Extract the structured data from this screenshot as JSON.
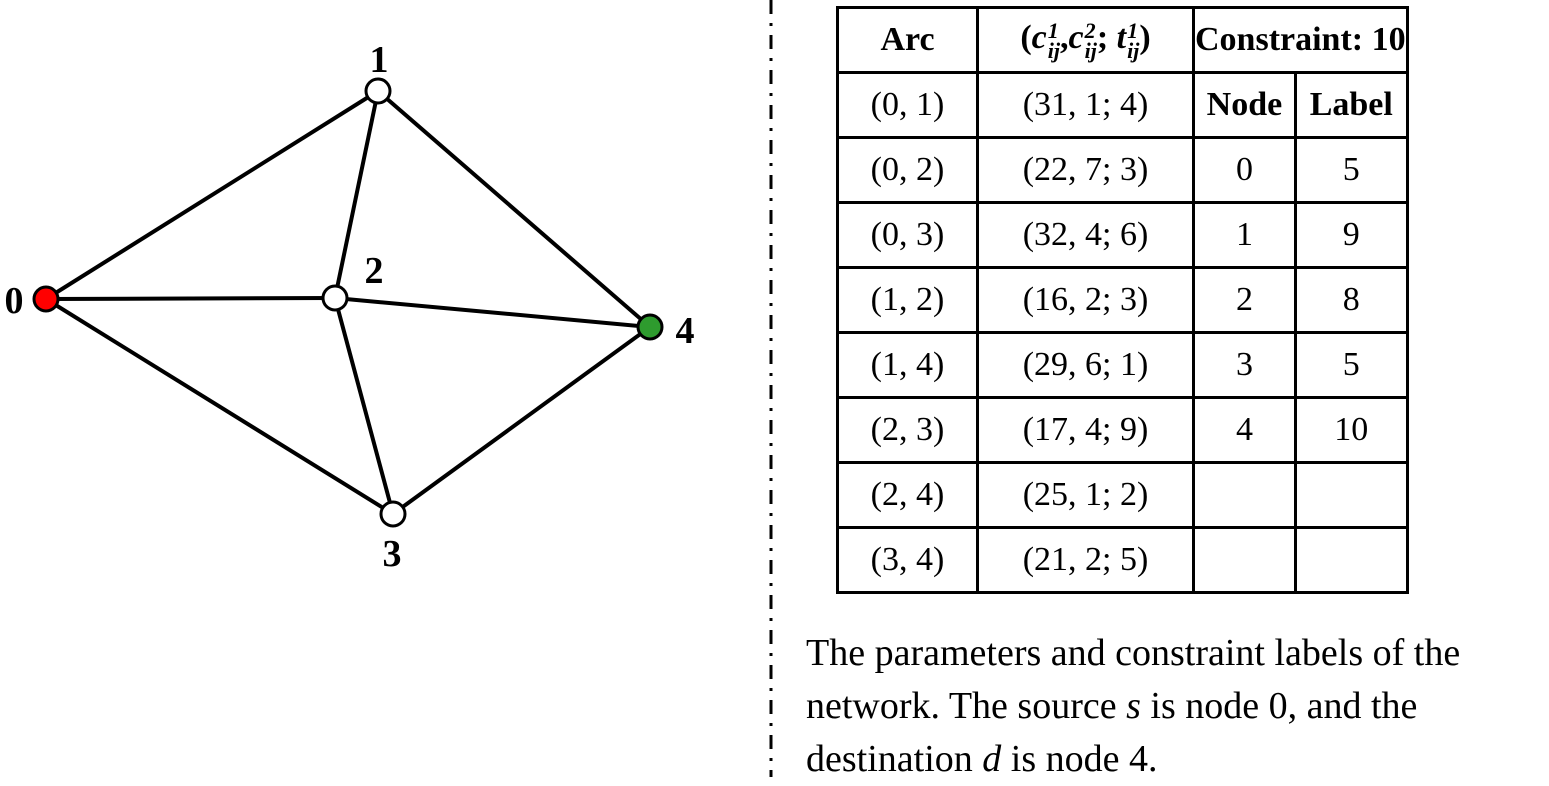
{
  "graph": {
    "nodes": [
      {
        "id": "0",
        "label": "0",
        "role": "source",
        "fill": "#ff0000"
      },
      {
        "id": "1",
        "label": "1",
        "role": "intermediate",
        "fill": "#ffffff"
      },
      {
        "id": "2",
        "label": "2",
        "role": "intermediate",
        "fill": "#ffffff"
      },
      {
        "id": "3",
        "label": "3",
        "role": "intermediate",
        "fill": "#ffffff"
      },
      {
        "id": "4",
        "label": "4",
        "role": "destination",
        "fill": "#2e9b2e"
      }
    ],
    "edges": [
      [
        "0",
        "1"
      ],
      [
        "0",
        "2"
      ],
      [
        "0",
        "3"
      ],
      [
        "1",
        "2"
      ],
      [
        "1",
        "4"
      ],
      [
        "2",
        "3"
      ],
      [
        "2",
        "4"
      ],
      [
        "3",
        "4"
      ]
    ]
  },
  "table": {
    "header": {
      "arc": "Arc",
      "params_open": "(",
      "c": "c",
      "sup1": "1",
      "sub_ij": "ij",
      "comma": ",",
      "sup2": "2",
      "semi": ";",
      "t": "t",
      "params_close": ")",
      "constraint": "Constraint: 10"
    },
    "sub_header": {
      "node": "Node",
      "label": "Label"
    },
    "rows": [
      {
        "arc": "(0, 1)",
        "params": "(31, 1; 4)",
        "node": "",
        "label": ""
      },
      {
        "arc": "(0, 2)",
        "params": "(22, 7; 3)",
        "node": "0",
        "label": "5"
      },
      {
        "arc": "(0, 3)",
        "params": "(32, 4; 6)",
        "node": "1",
        "label": "9"
      },
      {
        "arc": "(1, 2)",
        "params": "(16, 2; 3)",
        "node": "2",
        "label": "8"
      },
      {
        "arc": "(1, 4)",
        "params": "(29, 6; 1)",
        "node": "3",
        "label": "5"
      },
      {
        "arc": "(2, 3)",
        "params": "(17, 4; 9)",
        "node": "4",
        "label": "10"
      },
      {
        "arc": "(2, 4)",
        "params": "(25, 1; 2)",
        "node": "",
        "label": ""
      },
      {
        "arc": "(3, 4)",
        "params": "(21, 2; 5)",
        "node": "",
        "label": ""
      }
    ]
  },
  "caption": {
    "part1": "The parameters and constraint labels of the network. The source ",
    "s": "s",
    "part2": " is node 0, and the destination ",
    "d": "d",
    "part3": " is node 4."
  }
}
